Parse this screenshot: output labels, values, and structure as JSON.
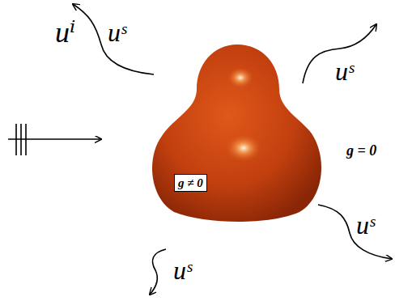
{
  "diagram": {
    "nodes": [
      {
        "text": [
          "g ≠ 0"
        ]
      }
    ],
    "labels": [
      "uⁱ",
      "uˢ",
      "uˢ",
      "uˢ",
      "uˢ",
      "g = 0"
    ]
  }
}
